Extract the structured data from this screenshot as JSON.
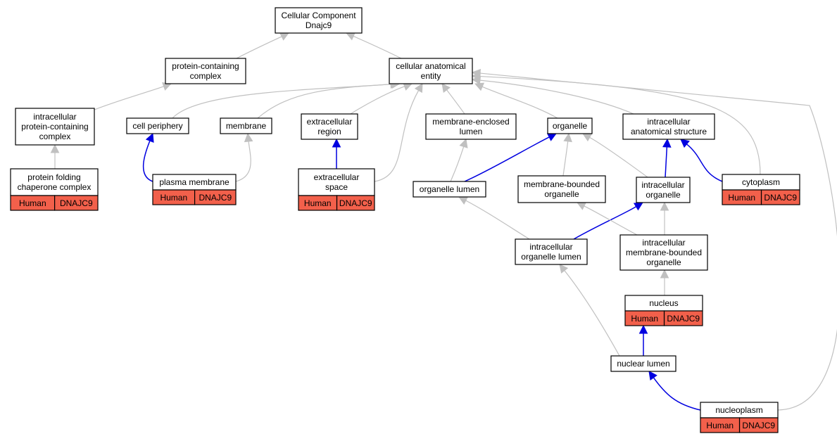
{
  "colors": {
    "is_a": "#c0c0c0",
    "part_of": "#0000e0",
    "annotation": "#f2604b"
  },
  "nodes": [
    {
      "id": "root",
      "lines": [
        "Cellular Component",
        "Dnajc9"
      ]
    },
    {
      "id": "pcc",
      "lines": [
        "protein-containing",
        "complex"
      ]
    },
    {
      "id": "cae",
      "lines": [
        "cellular anatomical",
        "entity"
      ]
    },
    {
      "id": "ipcc",
      "lines": [
        "intracellular",
        "protein-containing",
        "complex"
      ]
    },
    {
      "id": "cp",
      "lines": [
        "cell periphery"
      ]
    },
    {
      "id": "mem",
      "lines": [
        "membrane"
      ]
    },
    {
      "id": "er",
      "lines": [
        "extracellular",
        "region"
      ]
    },
    {
      "id": "mel",
      "lines": [
        "membrane-enclosed",
        "lumen"
      ]
    },
    {
      "id": "org",
      "lines": [
        "organelle"
      ]
    },
    {
      "id": "ias",
      "lines": [
        "intracellular",
        "anatomical structure"
      ]
    },
    {
      "id": "pfcc",
      "lines": [
        "protein folding",
        "chaperone complex"
      ],
      "annotation": [
        "Human",
        "DNAJC9"
      ]
    },
    {
      "id": "pm",
      "lines": [
        "plasma membrane"
      ],
      "annotation": [
        "Human",
        "DNAJC9"
      ]
    },
    {
      "id": "es",
      "lines": [
        "extracellular",
        "space"
      ],
      "annotation": [
        "Human",
        "DNAJC9"
      ]
    },
    {
      "id": "ol",
      "lines": [
        "organelle lumen"
      ]
    },
    {
      "id": "mbo",
      "lines": [
        "membrane-bounded",
        "organelle"
      ]
    },
    {
      "id": "io",
      "lines": [
        "intracellular",
        "organelle"
      ]
    },
    {
      "id": "cyto",
      "lines": [
        "cytoplasm"
      ],
      "annotation": [
        "Human",
        "DNAJC9"
      ]
    },
    {
      "id": "iol",
      "lines": [
        "intracellular",
        "organelle lumen"
      ]
    },
    {
      "id": "imbo",
      "lines": [
        "intracellular",
        "membrane-bounded",
        "organelle"
      ]
    },
    {
      "id": "nuc",
      "lines": [
        "nucleus"
      ],
      "annotation": [
        "Human",
        "DNAJC9"
      ]
    },
    {
      "id": "nl",
      "lines": [
        "nuclear lumen"
      ]
    },
    {
      "id": "np",
      "lines": [
        "nucleoplasm"
      ],
      "annotation": [
        "Human",
        "DNAJC9"
      ]
    }
  ],
  "edges": [
    {
      "from": "pcc",
      "to": "root",
      "type": "is_a"
    },
    {
      "from": "cae",
      "to": "root",
      "type": "is_a"
    },
    {
      "from": "ipcc",
      "to": "pcc",
      "type": "is_a"
    },
    {
      "from": "pfcc",
      "to": "ipcc",
      "type": "is_a"
    },
    {
      "from": "cp",
      "to": "cae",
      "type": "is_a"
    },
    {
      "from": "mem",
      "to": "cae",
      "type": "is_a"
    },
    {
      "from": "er",
      "to": "cae",
      "type": "is_a"
    },
    {
      "from": "es",
      "to": "cae",
      "type": "is_a"
    },
    {
      "from": "mel",
      "to": "cae",
      "type": "is_a"
    },
    {
      "from": "org",
      "to": "cae",
      "type": "is_a"
    },
    {
      "from": "ias",
      "to": "cae",
      "type": "is_a"
    },
    {
      "from": "cyto",
      "to": "cae",
      "type": "is_a"
    },
    {
      "from": "np",
      "to": "cae",
      "type": "is_a"
    },
    {
      "from": "pm",
      "to": "cp",
      "type": "part_of"
    },
    {
      "from": "pm",
      "to": "mem",
      "type": "is_a"
    },
    {
      "from": "es",
      "to": "er",
      "type": "part_of"
    },
    {
      "from": "ol",
      "to": "mel",
      "type": "is_a"
    },
    {
      "from": "ol",
      "to": "org",
      "type": "part_of"
    },
    {
      "from": "mbo",
      "to": "org",
      "type": "is_a"
    },
    {
      "from": "io",
      "to": "org",
      "type": "is_a"
    },
    {
      "from": "io",
      "to": "ias",
      "type": "part_of"
    },
    {
      "from": "cyto",
      "to": "ias",
      "type": "part_of"
    },
    {
      "from": "iol",
      "to": "ol",
      "type": "is_a"
    },
    {
      "from": "iol",
      "to": "io",
      "type": "part_of"
    },
    {
      "from": "imbo",
      "to": "mbo",
      "type": "is_a"
    },
    {
      "from": "imbo",
      "to": "io",
      "type": "is_a"
    },
    {
      "from": "nuc",
      "to": "imbo",
      "type": "is_a"
    },
    {
      "from": "nl",
      "to": "iol",
      "type": "is_a"
    },
    {
      "from": "nl",
      "to": "nuc",
      "type": "part_of"
    },
    {
      "from": "np",
      "to": "nl",
      "type": "part_of"
    }
  ]
}
